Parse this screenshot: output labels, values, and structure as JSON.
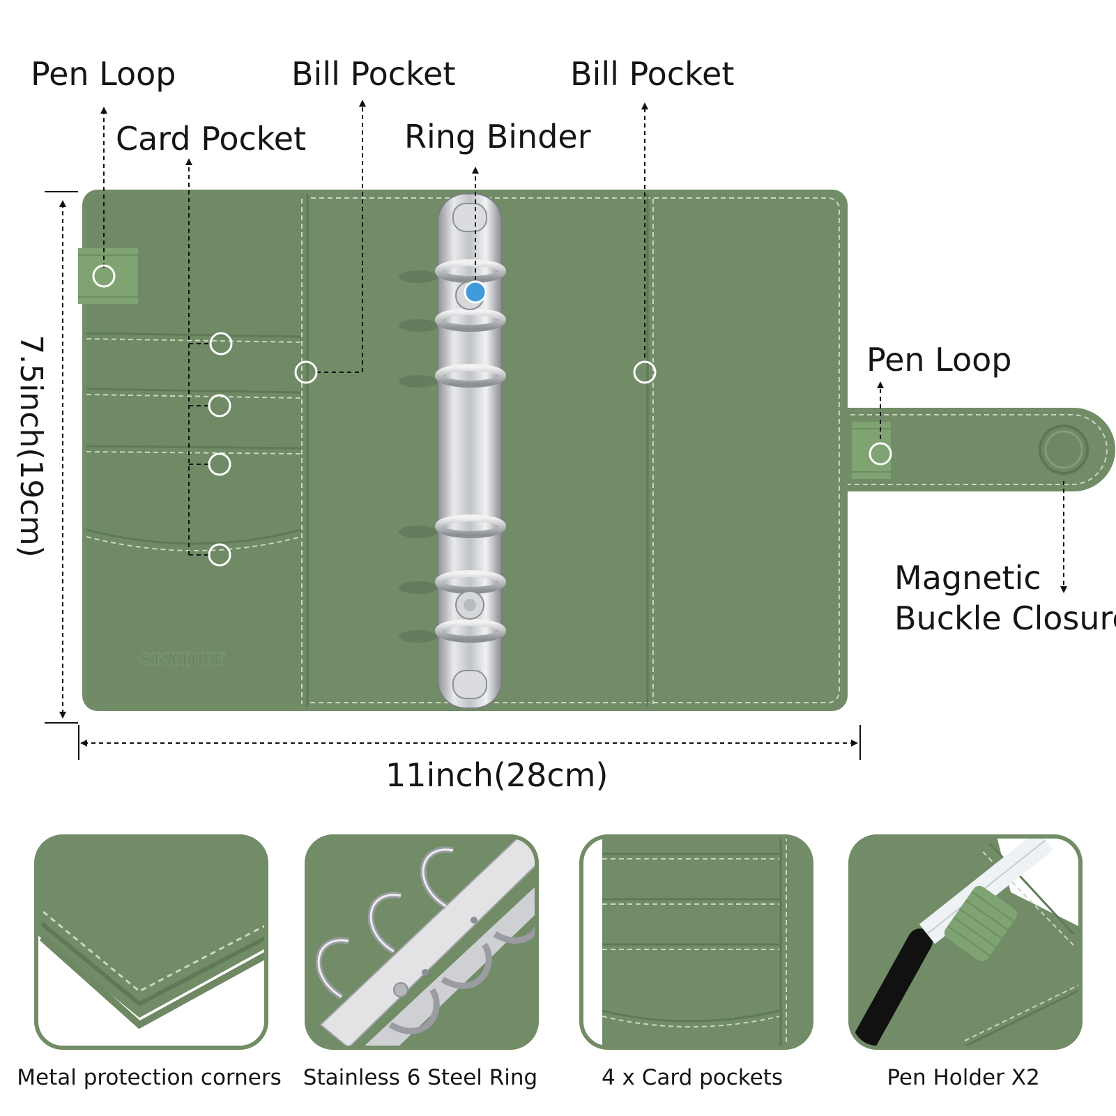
{
  "colors": {
    "leather": "#718C66",
    "leather_dark": "#5F7957",
    "stitch": "#C9D6C2",
    "elastic": "#7FA372",
    "metal": "#C9CBCE",
    "marker_highlight": "#3F9BDB"
  },
  "labels": {
    "pen_loop_left": "Pen  Loop",
    "card_pocket": "Card Pocket",
    "bill_pocket_left": "Bill Pocket",
    "ring_binder": "Ring Binder",
    "bill_pocket_right": "Bill Pocket",
    "pen_loop_right": "Pen  Loop",
    "magnetic_line1": "Magnetic",
    "magnetic_line2": "Buckle Closure",
    "height": "7.5inch(19cm)",
    "width": "11inch(28cm)"
  },
  "brand_mark": "SKYDUE",
  "features": [
    {
      "caption": "Metal protection corners",
      "icon": "leather-corner"
    },
    {
      "caption": "Stainless 6 Steel Ring",
      "icon": "steel-ring"
    },
    {
      "caption": "4 x Card pockets",
      "icon": "card-pockets"
    },
    {
      "caption": "Pen Holder X2",
      "icon": "pen-holder"
    }
  ]
}
